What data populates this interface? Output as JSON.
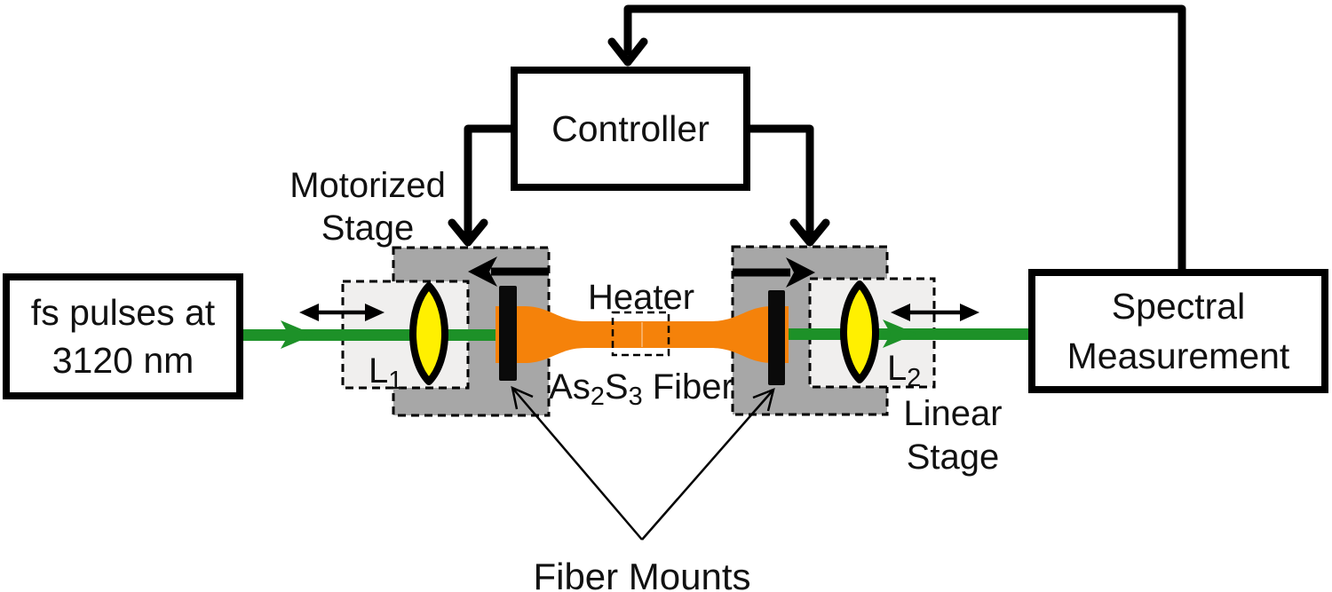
{
  "colors": {
    "background": "#ffffff",
    "line_black": "#000000",
    "beam_green": "#1d9128",
    "fiber_orange": "#f5820a",
    "lens_yellow": "#fff000",
    "stage_dark_gray": "#a7a7a7",
    "stage_light_gray": "#f0efee"
  },
  "boxes": {
    "pulse_source": {
      "line1": "fs pulses at",
      "line2": "3120 nm"
    },
    "controller": {
      "label": "Controller"
    },
    "spectral_measurement": {
      "line1": "Spectral",
      "line2": "Measurement"
    }
  },
  "labels": {
    "motorized_stage": {
      "line1": "Motorized",
      "line2": "Stage"
    },
    "linear_stage": {
      "line1": "Linear",
      "line2": "Stage"
    },
    "heater": "Heater",
    "fiber": {
      "base1": "As",
      "sub1": "2",
      "base2": "S",
      "sub2": "3",
      "base3": " Fiber"
    },
    "lens1": {
      "base": "L",
      "sub": "1"
    },
    "lens2": {
      "base": "L",
      "sub": "2"
    },
    "fiber_mounts": "Fiber Mounts"
  }
}
